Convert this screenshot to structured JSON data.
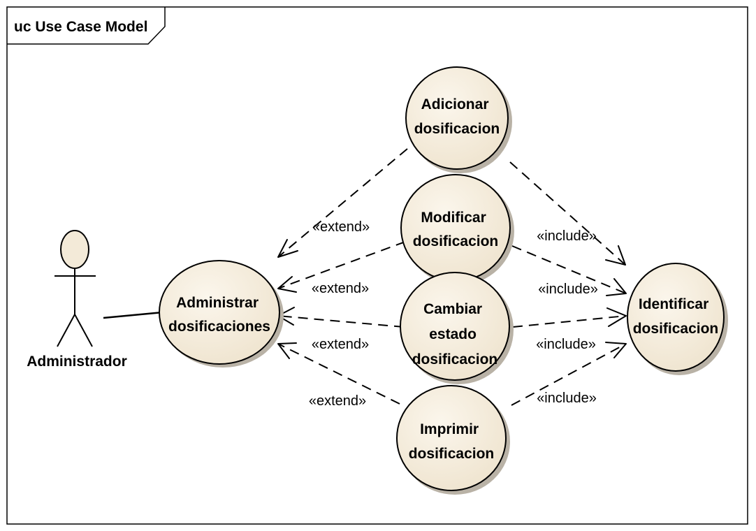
{
  "frame": {
    "title": "uc Use Case Model"
  },
  "actor": {
    "name": "Administrador"
  },
  "colors": {
    "usecase_fill": "#f3ead8",
    "usecase_shadow": "#b9b2a6",
    "line": "#000000"
  },
  "use_cases": {
    "administrar": [
      "Administrar",
      "dosificaciones"
    ],
    "adicionar": [
      "Adicionar",
      "dosificacion"
    ],
    "modificar": [
      "Modificar",
      "dosificacion"
    ],
    "cambiar": [
      "Cambiar",
      "estado",
      "dosificacion"
    ],
    "imprimir": [
      "Imprimir",
      "dosificacion"
    ],
    "identificar": [
      "Identificar",
      "dosificacion"
    ]
  },
  "relations": {
    "extend_label": "«extend»",
    "include_label": "«include»",
    "extends": [
      {
        "from": "adicionar",
        "to": "administrar"
      },
      {
        "from": "modificar",
        "to": "administrar"
      },
      {
        "from": "cambiar",
        "to": "administrar"
      },
      {
        "from": "imprimir",
        "to": "administrar"
      }
    ],
    "includes": [
      {
        "from": "adicionar",
        "to": "identificar"
      },
      {
        "from": "modificar",
        "to": "identificar"
      },
      {
        "from": "cambiar",
        "to": "identificar"
      },
      {
        "from": "imprimir",
        "to": "identificar"
      }
    ]
  }
}
